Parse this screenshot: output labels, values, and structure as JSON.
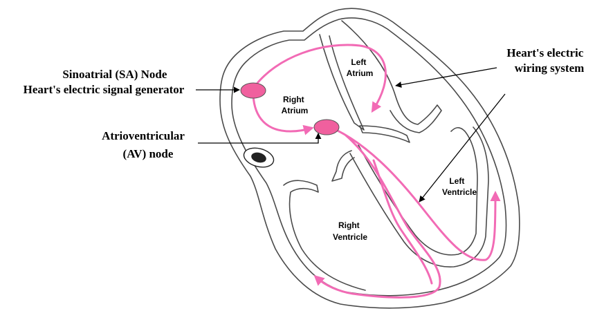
{
  "colors": {
    "conduction_path": "#f26bb5",
    "node_fill": "#f0609e",
    "outline": "#4a4a4a",
    "vessel_dark": "#222222"
  },
  "callouts": {
    "sa_node": [
      "Sinoatrial (SA) Node",
      "Heart's electric signal generator"
    ],
    "av_node": [
      "Atrioventricular",
      "(AV) node"
    ],
    "wiring": [
      "Heart's electric",
      "wiring  system"
    ]
  },
  "regions": {
    "right_atrium": [
      "Right",
      "Atrium"
    ],
    "left_atrium": [
      "Left",
      "Atrium"
    ],
    "left_ventricle": [
      "Left",
      "Ventricle"
    ],
    "right_ventricle": [
      "Right",
      "Ventricle"
    ]
  }
}
